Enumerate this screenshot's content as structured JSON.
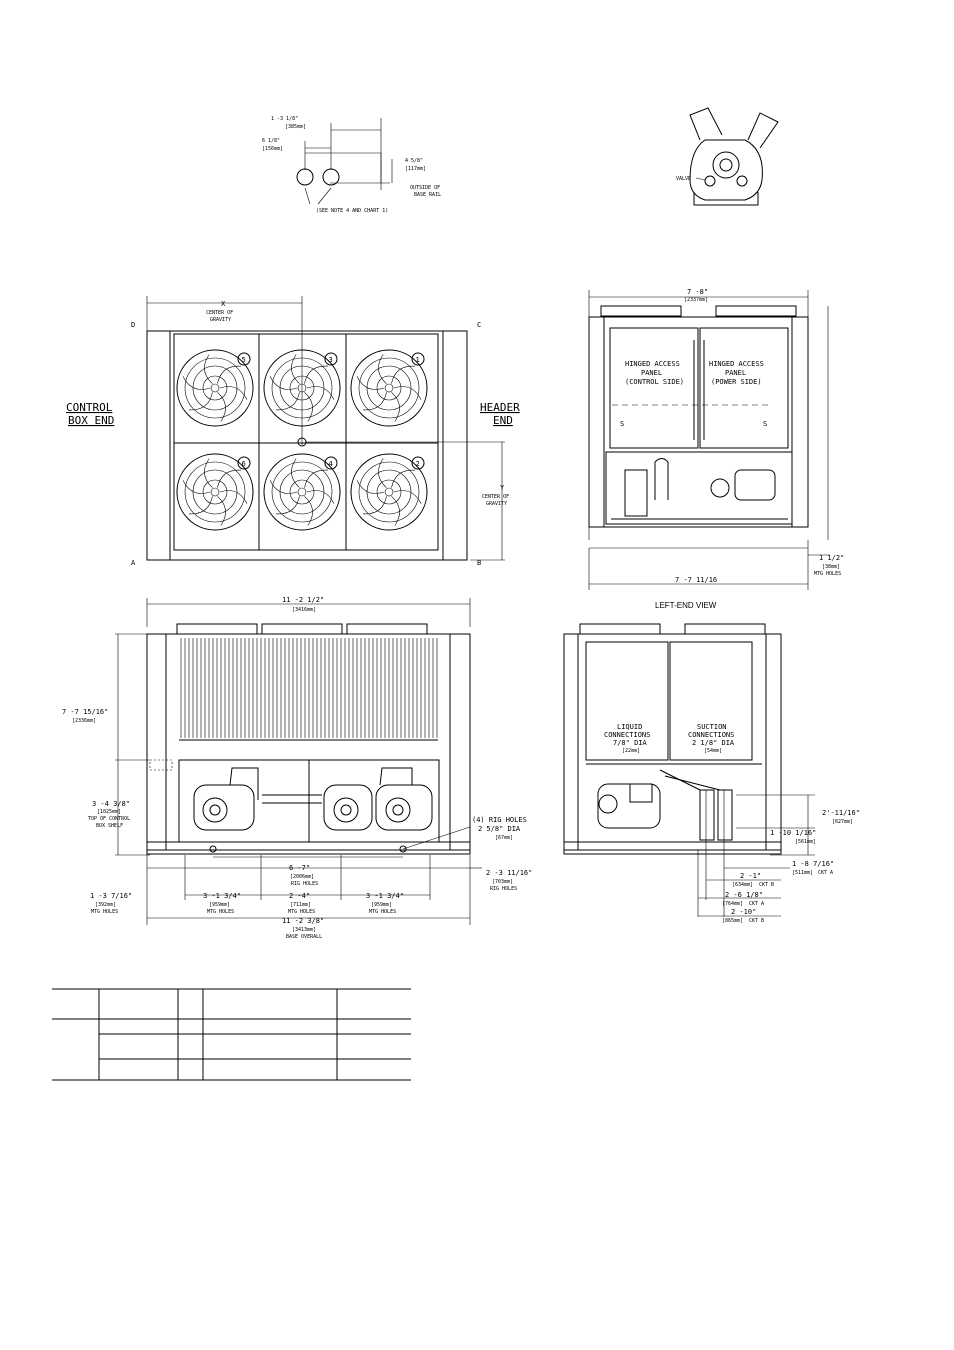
{
  "detail_top_left": {
    "dim_a": "1 -3 1/8\"",
    "dim_a_mm": "[385mm]",
    "dim_b": "6 1/8\"",
    "dim_b_mm": "[156mm]",
    "dim_c": "4 5/8\"",
    "dim_c_mm": "[117mm]",
    "outside_label_1": "OUTSIDE OF",
    "outside_label_2": "BASE RAIL",
    "note": "(SEE NOTE 4 AND CHART 1)"
  },
  "detail_top_right": {
    "valve_label": "VALVE"
  },
  "plan_view": {
    "dim_x": "X",
    "cog_x_1": "CENTER OF",
    "cog_x_2": "GRAVITY",
    "corner_a": "A",
    "corner_b": "B",
    "corner_c": "C",
    "corner_d": "D",
    "control_box_1": "CONTROL",
    "control_box_2": "BOX END",
    "header_1": "HEADER",
    "header_2": "END",
    "dim_y": "Y",
    "cog_y_1": "CENTER OF",
    "cog_y_2": "GRAVITY",
    "fans": [
      "5",
      "3",
      "1",
      "6",
      "4",
      "2"
    ]
  },
  "end_view_top": {
    "width_dim": "7 -8\"",
    "width_mm": "[2337mm]",
    "panel_left_1": "HINGED ACCESS",
    "panel_left_2": "PANEL",
    "panel_left_3": "(CONTROL SIDE)",
    "panel_right_1": "HINGED ACCESS",
    "panel_right_2": "PANEL",
    "panel_right_3": "(POWER SIDE)",
    "section_mark": "S",
    "mtg_dim": "1 1/2\"",
    "mtg_mm": "[38mm]",
    "mtg_label": "MTG HOLES",
    "base_dim": "7 -7 11/16"
  },
  "front_view": {
    "length_dim": "11 -2 1/2\"",
    "length_mm": "[3416mm]",
    "height_dim": "7 -7 15/16\"",
    "height_mm": "[2336mm]",
    "shelf_dim": "3 -4 3/8\"",
    "shelf_mm": "[1025mm]",
    "shelf_label_1": "TOP OF CONTROL",
    "shelf_label_2": "BOX SHELF",
    "rig_holes_1": "(4) RIG HOLES",
    "rig_holes_2": "2 5/8\" DIA",
    "rig_holes_mm": "[67mm]",
    "rig_span": "6 -7\"",
    "rig_span_mm": "[2006mm]",
    "rig_span_label": "RIG HOLES",
    "right_rig": "2 -3 11/16\"",
    "right_rig_mm": "[703mm]",
    "right_rig_label": "RIG HOLES",
    "left_mtg": "1 -3 7/16\"",
    "left_mtg_mm": "[392mm]",
    "left_mtg_label": "MTG HOLES",
    "mtg_1": "3 -1 3/4\"",
    "mtg_1_mm": "[959mm]",
    "mtg_1_label": "MTG HOLES",
    "mtg_2": "2 -4\"",
    "mtg_2_mm": "[711mm]",
    "mtg_2_label": "MTG HOLES",
    "mtg_3": "3 -1 3/4\"",
    "mtg_3_mm": "[959mm]",
    "mtg_3_label": "MTG HOLES",
    "base_overall": "11 -2 3/8\"",
    "base_overall_mm": "[3413mm]",
    "base_overall_label": "BASE OVERALL"
  },
  "left_end_view": {
    "title": "LEFT-END VIEW",
    "liquid_1": "LIQUID",
    "liquid_2": "CONNECTIONS",
    "liquid_3": "7/8\" DIA",
    "liquid_mm": "[22mm]",
    "suction_1": "SUCTION",
    "suction_2": "CONNECTIONS",
    "suction_3": "2 1/8\" DIA",
    "suction_mm": "[54mm]",
    "dim_1": "2'-11/16\"",
    "dim_1_mm": "[627mm]",
    "dim_2": "1 -10 1/16\"",
    "dim_2_mm": "[561mm]",
    "dim_3": "1 -8 7/16\"",
    "dim_3_mm": "[511mm]",
    "dim_3_label": "CKT A",
    "dim_4": "2 -1\"",
    "dim_4_mm": "[634mm]",
    "dim_4_label": "CKT B",
    "dim_5": "2 -6 1/8\"",
    "dim_5_mm": "[764mm]",
    "dim_5_label": "CKT A",
    "dim_6": "2 -10\"",
    "dim_6_mm": "[865mm]",
    "dim_6_label": "CKT B"
  }
}
